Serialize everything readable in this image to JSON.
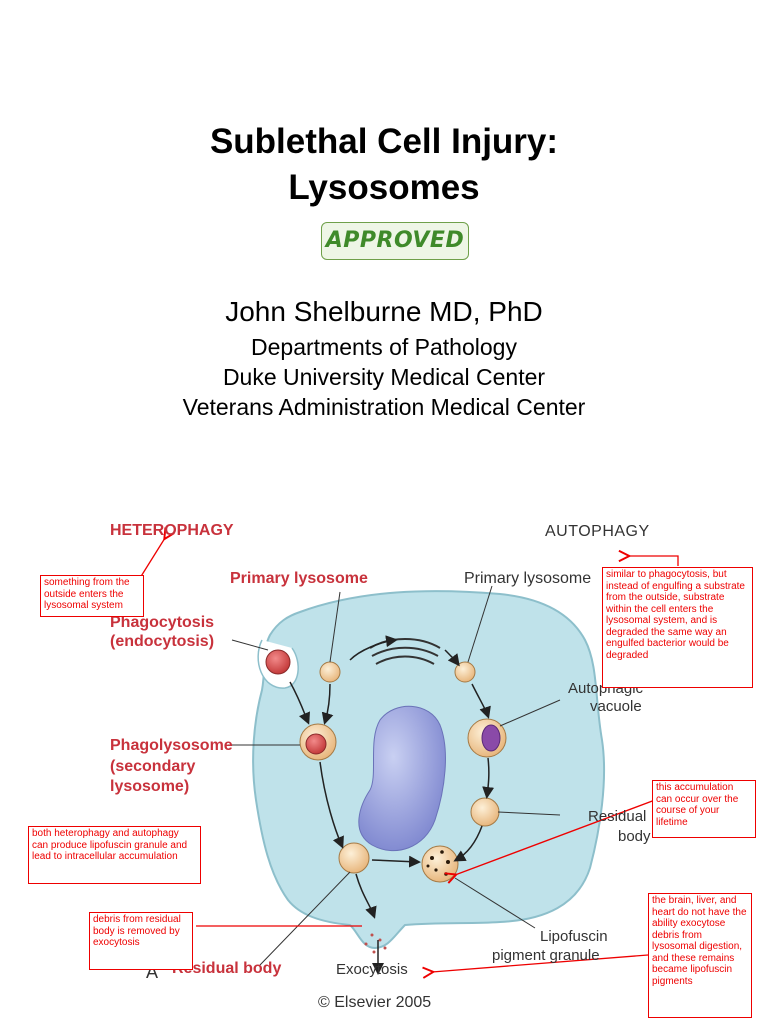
{
  "slide": {
    "title_line1": "Sublethal Cell Injury:",
    "title_line2": "Lysosomes",
    "stamp": "APPROVED",
    "author": "John Shelburne MD, PhD",
    "affiliations": [
      "Departments of Pathology",
      "Duke University Medical Center",
      "Veterans Administration Medical Center"
    ]
  },
  "figure": {
    "labels": {
      "heterophagy": "HETEROPHAGY",
      "autophagy": "AUTOPHAGY",
      "primary_lysosome_left": "Primary lysosome",
      "primary_lysosome_right": "Primary lysosome",
      "phagocytosis_1": "Phagocytosis",
      "phagocytosis_2": "(endocytosis)",
      "phagolysosome_1": "Phagolysosome",
      "phagolysosome_2": "(secondary",
      "phagolysosome_3": "lysosome)",
      "autophagic_1": "Autophagic",
      "autophagic_2": "vacuole",
      "residual_right_1": "Residual",
      "residual_right_2": "body",
      "residual_left": "Residual body",
      "lipofuscin_1": "Lipofuscin",
      "lipofuscin_2": "pigment granule",
      "exocytosis": "Exocytosis",
      "panel_letter": "A",
      "copyright": "© Elsevier 2005"
    },
    "annotations": {
      "heterophagy_note": "something from the outside enters the lysosomal system",
      "autophagy_note": "similar to phagocytosis, but instead of engulfing a substrate from the outside, substrate within the cell enters the lysosomal system, and is degraded the same way an engulfed bacterior would be degraded",
      "accumulation_note": "this accumulation can occur over the course of your lifetime",
      "both_note": "both heterophagy and autophagy can produce lipofuscin granule and lead to intracellular accumulation",
      "debris_note": "debris from residual body is removed by exocytosis",
      "organs_note": "the brain, liver, and heart do not have the ability exocytose debris from lysosomal digestion, and these remains became lipofuscin pigments"
    }
  }
}
